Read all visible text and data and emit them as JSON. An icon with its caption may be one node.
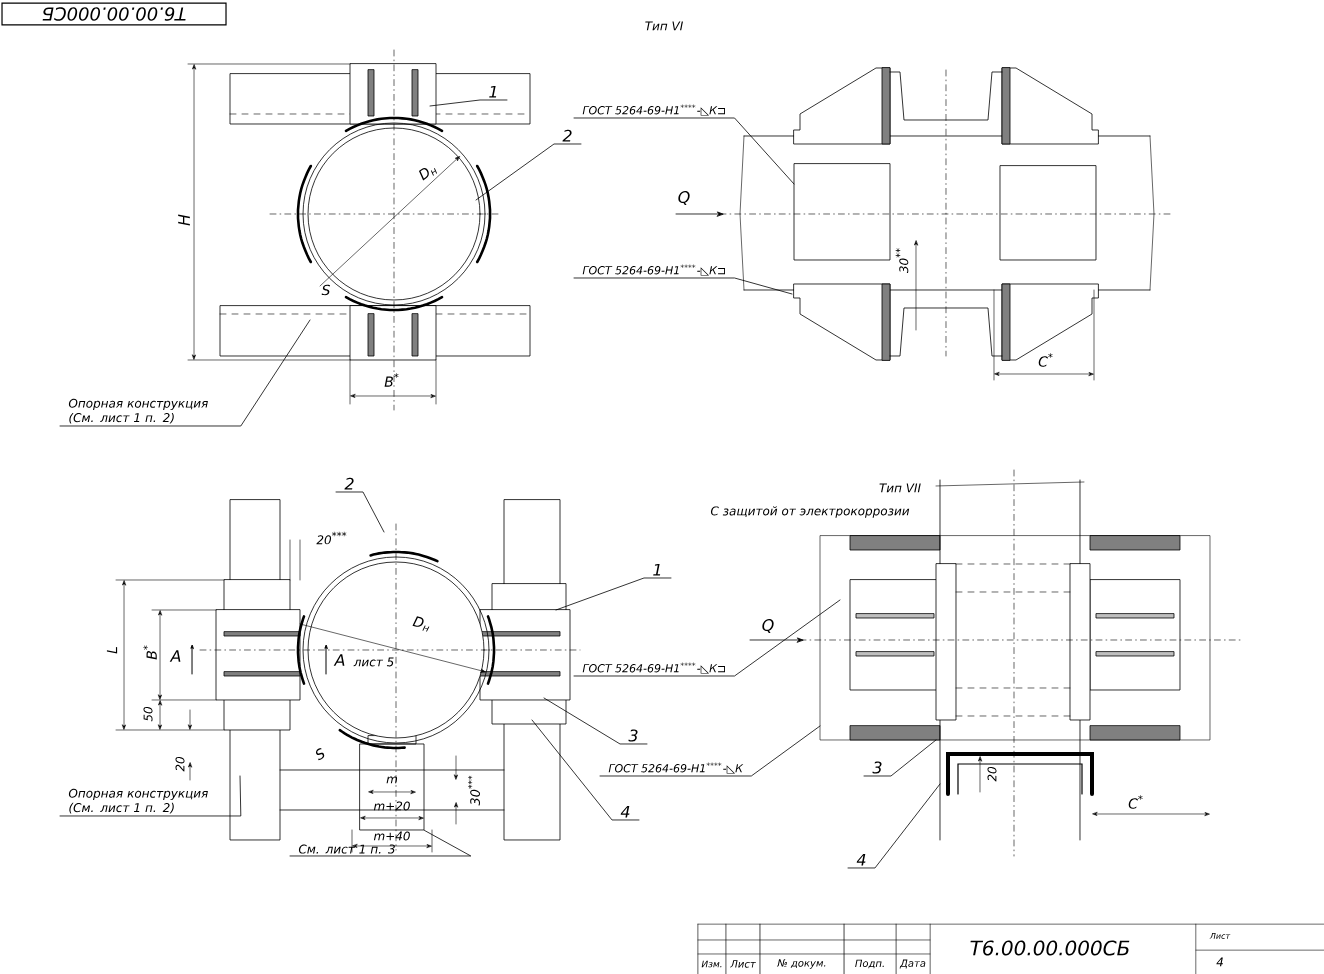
{
  "diagram": {
    "nodes": [
      {
        "text": [
          "1"
        ]
      },
      {
        "text": [
          "2"
        ]
      },
      {
        "text": [
          "Опорная конструкция (См. лист 1 п. 2)"
        ]
      },
      {
        "text": [
          "ГОСТ 5264-69-Н1$^{****}$-◺К⊐"
        ]
      },
      {
        "text": [
          "ГОСТ 5264-69-Н1$^{****}$-◺К⊐"
        ]
      },
      {
        "text": [
          "2"
        ]
      },
      {
        "text": [
          "1"
        ]
      },
      {
        "text": [
          "3"
        ]
      },
      {
        "text": [
          "4"
        ]
      },
      {
        "text": [
          "Опорная конструкция (См. лист 1 п. 2)"
        ]
      },
      {
        "text": [
          "См. лист 1 п. 3"
        ]
      },
      {
        "text": [
          "ГОСТ 5264-69-Н1$^{****}$-◺К⊐"
        ]
      },
      {
        "text": [
          "ГОСТ 5264-69-Н1$^{****}$-◺К"
        ]
      },
      {
        "text": [
          "3"
        ]
      },
      {
        "text": [
          "4"
        ]
      },
      {
        "text": [],
        "shape": "box"
      }
    ],
    "edges": [
      {
        "from": 0,
        "to": null,
        "arrow": "none"
      },
      {
        "from": 1,
        "to": null,
        "arrow": "none"
      },
      {
        "from": 2,
        "to": null,
        "arrow": "none"
      },
      {
        "from": 3,
        "to": null,
        "arrow": "none"
      },
      {
        "from": 4,
        "to": null,
        "arrow": "none"
      },
      {
        "from": 5,
        "to": null,
        "arrow": "none"
      },
      {
        "from": 6,
        "to": null,
        "arrow": "none"
      },
      {
        "from": 7,
        "to": null,
        "arrow": "none"
      },
      {
        "from": 8,
        "to": null,
        "arrow": "none"
      },
      {
        "from": 9,
        "to": null,
        "arrow": "none"
      },
      {
        "from": 10,
        "to": 15,
        "arrow": "none"
      },
      {
        "from": 11,
        "to": null,
        "arrow": "none"
      },
      {
        "from": 12,
        "to": null,
        "arrow": "none"
      },
      {
        "from": 13,
        "to": null,
        "arrow": "none"
      },
      {
        "from": 14,
        "to": null,
        "arrow": "none"
      }
    ],
    "labels": [
      "Т6.00.00.000СБ",
      "Тип VI",
      "Н",
      "D$_{н}$",
      "S",
      "В$^{*}$",
      "Q",
      "30$^{**}$",
      "C$^{*}$",
      "Тип VII",
      "С защитой от электрокоррозии",
      "20$^{***}$",
      "L",
      "В$^{*}$",
      "A",
      "A",
      "лист 5",
      "D$_{н}$",
      "50",
      "20",
      "S",
      "m",
      "m+20",
      "m+40",
      "30$^{***}$",
      "Q",
      "20",
      "C$^{*}$",
      "Изм.",
      "Лист",
      "№ докум.",
      "Подп.",
      "Дата",
      "Т6.00.00.000СБ",
      "Лист",
      "4"
    ]
  }
}
